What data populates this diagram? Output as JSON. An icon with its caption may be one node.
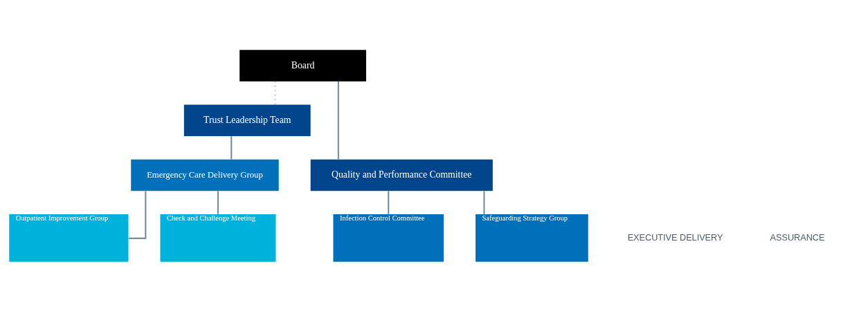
{
  "diagram": {
    "nodes": [
      {
        "text": [
          "Board"
        ]
      },
      {
        "text": [
          "Trust Leadership Team"
        ]
      },
      {
        "text": [
          "Emergency Care Delivery Group"
        ]
      },
      {
        "text": [
          "Outpatient Improvement Group"
        ]
      },
      {
        "text": [
          "Check and Challenge Meeting"
        ]
      },
      {
        "text": [
          "Quality and Performance Committee"
        ]
      },
      {
        "text": [
          "Infection Control Committee"
        ]
      },
      {
        "text": [
          "Safeguarding Strategy Group"
        ]
      }
    ],
    "edges": [
      {
        "from": 0,
        "to": 1,
        "arrow": "none",
        "style": "dashed"
      },
      {
        "from": 1,
        "to": 2,
        "arrow": "none"
      },
      {
        "from": 2,
        "to": 3,
        "arrow": "none"
      },
      {
        "from": 2,
        "to": 4,
        "arrow": "none"
      },
      {
        "from": 0,
        "to": 5,
        "arrow": "none"
      },
      {
        "from": 5,
        "to": 6,
        "arrow": "none"
      },
      {
        "from": 5,
        "to": 7,
        "arrow": "none"
      }
    ],
    "labels": [
      "EXECUTIVE DELIVERY",
      "ASSURANCE"
    ]
  }
}
